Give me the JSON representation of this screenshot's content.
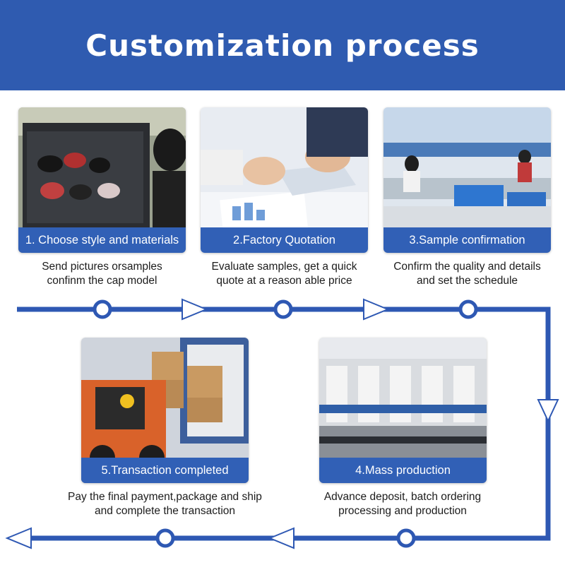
{
  "header": {
    "title": "Customization process"
  },
  "steps": [
    {
      "caption": "1. Choose style and materials",
      "desc_line1": "Send pictures orsamples",
      "desc_line2": "confinm the cap model"
    },
    {
      "caption": "2.Factory Quotation",
      "desc_line1": "Evaluate samples, get a quick",
      "desc_line2": "quote at a reason able price"
    },
    {
      "caption": "3.Sample confirmation",
      "desc_line1": "Confirm the quality and details",
      "desc_line2": "and set the schedule"
    },
    {
      "caption": "4.Mass production",
      "desc_line1": "Advance deposit, batch ordering",
      "desc_line2": "processing and production"
    },
    {
      "caption": "5.Transaction completed",
      "desc_line1": "Pay the final payment,package and ship",
      "desc_line2": "and complete the transaction"
    }
  ],
  "colors": {
    "header_bg": "#2f5bb0",
    "accent_blue": "#3160b6",
    "flow_line": "#2e58b3"
  },
  "icons": [
    "flow-arrow-icon",
    "flow-node-icon"
  ]
}
